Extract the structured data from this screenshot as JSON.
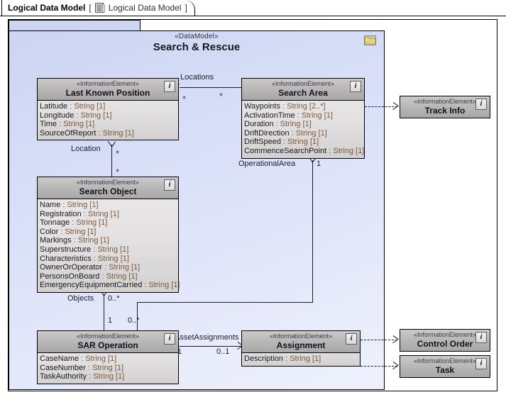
{
  "tab": {
    "title": "Logical Data Model",
    "bracket_open": "[",
    "icon": "diagram-document-icon",
    "subtitle": "Logical Data Model",
    "bracket_close": "]"
  },
  "package": {
    "stereotype": "«DataModel»",
    "name": "Search & Rescue",
    "icon": "package-folder-icon"
  },
  "classes": [
    {
      "id": "last-known-position",
      "stereotype": "«InformationElement»",
      "name": "Last Known Position",
      "icon": "information-element-icon",
      "attributes": [
        {
          "name": "Latitude",
          "type": ": String [1]"
        },
        {
          "name": "Longitude",
          "type": ": String [1]"
        },
        {
          "name": "Time",
          "type": ": String [1]"
        },
        {
          "name": "SourceOfReport",
          "type": ": String [1]"
        }
      ]
    },
    {
      "id": "search-area",
      "stereotype": "«InformationElement»",
      "name": "Search Area",
      "icon": "information-element-icon",
      "attributes": [
        {
          "name": "Waypoints",
          "type": ": String [2..*]"
        },
        {
          "name": "ActivationTime",
          "type": ": String [1]"
        },
        {
          "name": "Duration",
          "type": ": String [1]"
        },
        {
          "name": "DriftDirection",
          "type": ": String [1]"
        },
        {
          "name": "DriftSpeed",
          "type": ": String [1]"
        },
        {
          "name": "CommenceSearchPoint",
          "type": ": String [1]"
        }
      ]
    },
    {
      "id": "search-object",
      "stereotype": "«InformationElement»",
      "name": "Search Object",
      "icon": "information-element-icon",
      "attributes": [
        {
          "name": "Name",
          "type": ": String [1]"
        },
        {
          "name": "Registration",
          "type": ": String [1]"
        },
        {
          "name": "Tonnage",
          "type": ": String [1]"
        },
        {
          "name": "Color",
          "type": ": String [1]"
        },
        {
          "name": "Markings",
          "type": ": String [1]"
        },
        {
          "name": "Superstructure",
          "type": ": String [1]"
        },
        {
          "name": "Characteristics",
          "type": ": String [1]"
        },
        {
          "name": "OwnerOrOperator",
          "type": ": String [1]"
        },
        {
          "name": "PersonsOnBoard",
          "type": ": String [1]"
        },
        {
          "name": "EmergencyEquipmentCarried",
          "type": ": String [1]"
        }
      ]
    },
    {
      "id": "sar-operation",
      "stereotype": "«InformationElement»",
      "name": "SAR Operation",
      "icon": "information-element-icon",
      "attributes": [
        {
          "name": "CaseName",
          "type": ": String [1]"
        },
        {
          "name": "CaseNumber",
          "type": ": String [1]"
        },
        {
          "name": "TaskAuthority",
          "type": ": String [1]"
        }
      ]
    },
    {
      "id": "assignment",
      "stereotype": "«InformationElement»",
      "name": "Assignment",
      "icon": "information-element-icon",
      "attributes": [
        {
          "name": "Description",
          "type": ": String [1]"
        }
      ]
    },
    {
      "id": "track-info",
      "stereotype": "«InformationElement»",
      "name": "Track Info",
      "icon": "information-element-icon",
      "attributes": []
    },
    {
      "id": "control-order",
      "stereotype": "«InformationElement»",
      "name": "Control Order",
      "icon": "information-element-icon",
      "attributes": []
    },
    {
      "id": "task",
      "stereotype": "«InformationElement»",
      "name": "Task",
      "icon": "information-element-icon",
      "attributes": []
    }
  ],
  "associations": {
    "locations": {
      "label": "Locations",
      "source_mult": "*",
      "target_mult": "*"
    },
    "location": {
      "label": "Location",
      "source_mult": "*",
      "target_mult": "*"
    },
    "operational_area": {
      "label": "OperationalArea",
      "target_mult": "1",
      "source_mult": "0..*"
    },
    "objects": {
      "label": "Objects",
      "target_mult": "0..*",
      "source_mult": "1"
    },
    "asset_assignments": {
      "label": "AssetAssignments",
      "source_mult": "1",
      "target_mult": "0..1"
    }
  },
  "colors": {
    "package_fill": "#d5dcf6",
    "class_header": "#b9b7b7",
    "class_body": "#e2e0e0",
    "attribute_type": "#7a5a3a",
    "line": "#1a1a2a"
  }
}
